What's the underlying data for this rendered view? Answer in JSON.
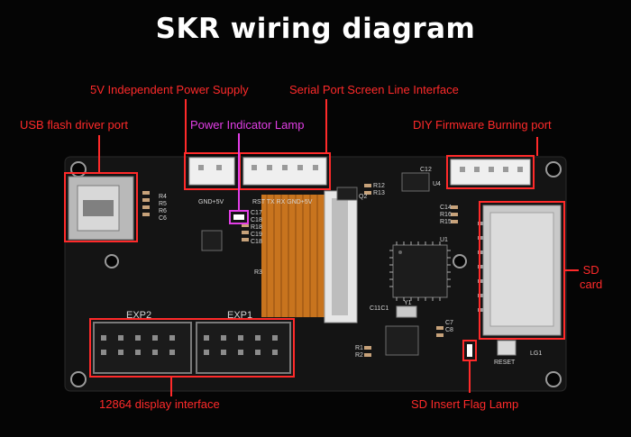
{
  "title": "SKR wiring diagram",
  "colors": {
    "background": "#050505",
    "board": "#141414",
    "callout_red": "#ff2a2a",
    "callout_magenta": "#e23ee6",
    "title": "#ffffff",
    "silkscreen": "#d6d6d6",
    "ribbon": "#c8741e",
    "header_white": "#efefef"
  },
  "callouts": {
    "usb_port": "USB flash driver port",
    "power_supply": "5V Independent Power Supply",
    "serial_port": "Serial Port Screen Line Interface",
    "power_lamp": "Power Indicator Lamp",
    "diy_port": "DIY Firmware Burning port",
    "sd_card": "SD\ncard",
    "display_interface": "12864 display interface",
    "sd_flag_lamp": "SD Insert Flag Lamp"
  },
  "silkscreen": {
    "power_connector": "GND+5V",
    "serial_connector": "RST TX  RX GND+5V",
    "exp2": "EXP2",
    "exp1": "EXP1",
    "u1": "U1",
    "u4": "U4",
    "q2": "Q2",
    "c12": "C12",
    "r12": "R12",
    "r13": "R13",
    "r_group_right": [
      "C14",
      "R16",
      "R15"
    ],
    "r_group_left": [
      "R4",
      "R5",
      "R6",
      "C6"
    ],
    "c_group_mid": [
      "C17",
      "C18",
      "R18",
      "C19",
      "C18"
    ],
    "r3": "R3",
    "c11": "C11C1",
    "c7": "C7",
    "c8": "C8",
    "r1": "R1",
    "r2": "R2",
    "reset": "RESET",
    "lg1": "LG1",
    "y1": "Y1"
  }
}
